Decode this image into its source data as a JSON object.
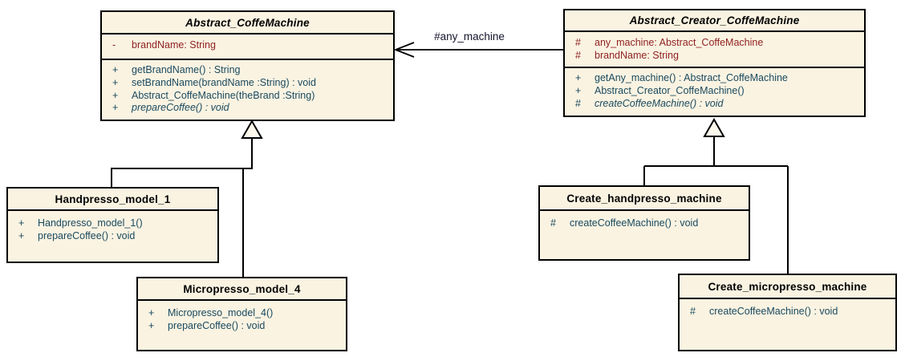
{
  "diagram": {
    "kind": "uml-class-diagram",
    "pattern": "factory method (coffee machines)"
  },
  "colors": {
    "box_fill": "#FAF3E2",
    "box_border": "#000000",
    "title_text": "#000000",
    "attribute_text": "#8E1F1F",
    "member_text": "#1A4A5F",
    "association_label_text": "#14142B",
    "background": "#FFFFFF"
  },
  "classes": [
    {
      "name": "Abstract_CoffeMachine",
      "abstract": true,
      "attributes": [
        {
          "vis": "-",
          "text": "brandName: String"
        }
      ],
      "methods": [
        {
          "vis": "+",
          "text": "getBrandName() : String",
          "abstract": false
        },
        {
          "vis": "+",
          "text": "setBrandName(brandName :String) : void",
          "abstract": false
        },
        {
          "vis": "+",
          "text": "Abstract_CoffeMachine(theBrand :String)",
          "abstract": false
        },
        {
          "vis": "+",
          "text": "prepareCoffee() : void",
          "abstract": true
        }
      ]
    },
    {
      "name": "Abstract_Creator_CoffeMachine",
      "abstract": true,
      "attributes": [
        {
          "vis": "#",
          "text": "any_machine: Abstract_CoffeMachine"
        },
        {
          "vis": "#",
          "text": "brandName: String"
        }
      ],
      "methods": [
        {
          "vis": "+",
          "text": "getAny_machine() : Abstract_CoffeMachine",
          "abstract": false
        },
        {
          "vis": "+",
          "text": "Abstract_Creator_CoffeMachine()",
          "abstract": false
        },
        {
          "vis": "#",
          "text": "createCoffeeMachine() : void",
          "abstract": true
        }
      ]
    },
    {
      "name": "Handpresso_model_1",
      "abstract": false,
      "attributes": [],
      "methods": [
        {
          "vis": "+",
          "text": "Handpresso_model_1()",
          "abstract": false
        },
        {
          "vis": "+",
          "text": "prepareCoffee() : void",
          "abstract": false
        }
      ]
    },
    {
      "name": "Micropresso_model_4",
      "abstract": false,
      "attributes": [],
      "methods": [
        {
          "vis": "+",
          "text": "Micropresso_model_4()",
          "abstract": false
        },
        {
          "vis": "+",
          "text": "prepareCoffee() : void",
          "abstract": false
        }
      ]
    },
    {
      "name": "Create_handpresso_machine",
      "abstract": false,
      "attributes": [],
      "methods": [
        {
          "vis": "#",
          "text": "createCoffeeMachine() : void",
          "abstract": false
        }
      ]
    },
    {
      "name": "Create_micropresso_machine",
      "abstract": false,
      "attributes": [],
      "methods": [
        {
          "vis": "#",
          "text": "createCoffeeMachine() : void",
          "abstract": false
        }
      ]
    }
  ],
  "relations": {
    "association": {
      "label": "#any_machine",
      "from": "Abstract_Creator_CoffeMachine",
      "to": "Abstract_CoffeMachine",
      "arrow": "open"
    },
    "generalizations": [
      {
        "parent": "Abstract_CoffeMachine",
        "children": [
          "Handpresso_model_1",
          "Micropresso_model_4"
        ]
      },
      {
        "parent": "Abstract_Creator_CoffeMachine",
        "children": [
          "Create_handpresso_machine",
          "Create_micropresso_machine"
        ]
      }
    ]
  }
}
